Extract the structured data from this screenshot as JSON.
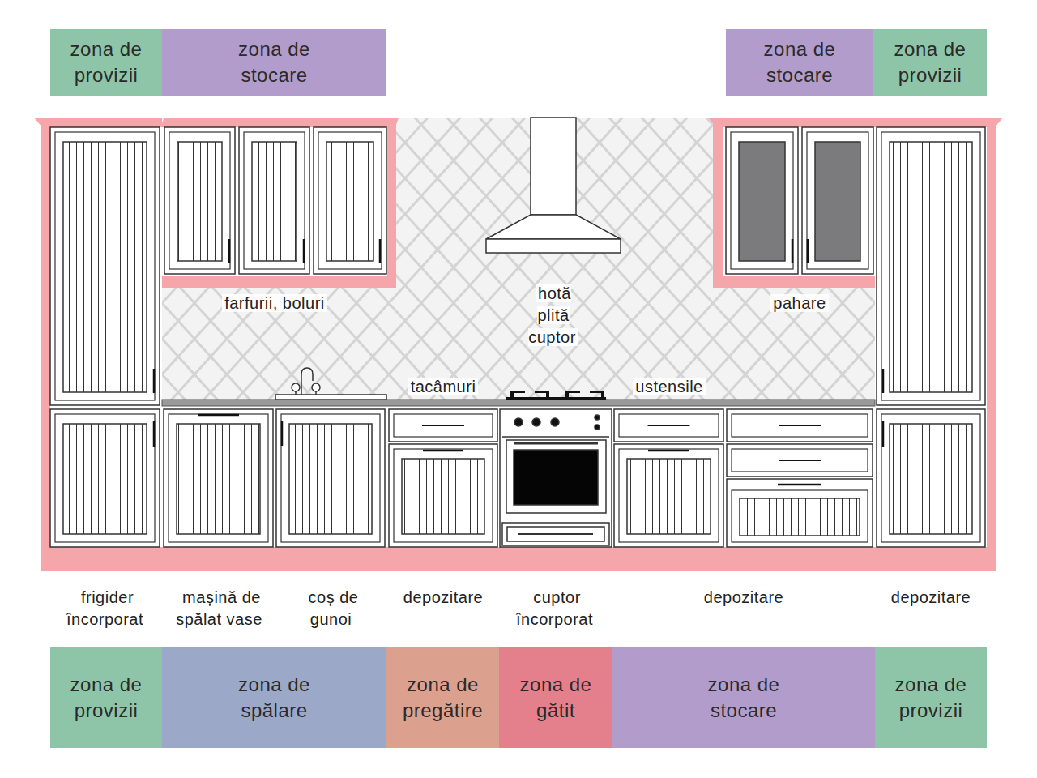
{
  "diagram": {
    "nodes": [
      {
        "text": [
          "zona de provizii"
        ]
      },
      {
        "text": [
          "zona de stocare"
        ]
      },
      {
        "text": [
          "zona de stocare"
        ]
      },
      {
        "text": [
          "zona de provizii"
        ]
      },
      {
        "text": [
          "zona de provizii"
        ]
      },
      {
        "text": [
          "zona de spălare"
        ]
      },
      {
        "text": [
          "zona de pregătire"
        ]
      },
      {
        "text": [
          "zona de gătit"
        ]
      },
      {
        "text": [
          "zona de stocare"
        ]
      },
      {
        "text": [
          "zona de provizii"
        ]
      }
    ],
    "labels": [
      "farfurii, boluri",
      "hotă plită cuptor",
      "pahare",
      "tacâmuri",
      "ustensile",
      "frigider încorporat",
      "mașină de spălat vase",
      "coș de gunoi",
      "depozitare",
      "cuptor încorporat",
      "depozitare",
      "depozitare"
    ]
  }
}
